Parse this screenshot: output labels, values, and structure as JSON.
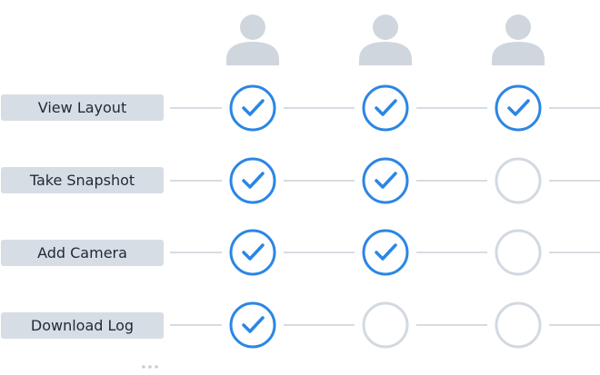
{
  "permissions": [
    {
      "label": "View Layout",
      "granted": [
        true,
        true,
        true
      ]
    },
    {
      "label": "Take Snapshot",
      "granted": [
        true,
        true,
        false
      ]
    },
    {
      "label": "Add Camera",
      "granted": [
        true,
        true,
        false
      ]
    },
    {
      "label": "Download Log",
      "granted": [
        true,
        false,
        false
      ]
    }
  ],
  "users": [
    {
      "icon": "user-avatar-icon"
    },
    {
      "icon": "user-avatar-icon"
    },
    {
      "icon": "user-avatar-icon"
    }
  ],
  "more_indicator": {
    "icon": "ellipsis-icon"
  },
  "colors": {
    "checked": "#2b86e5",
    "unchecked": "#d3d9e0",
    "avatar": "#cfd6de",
    "connector": "#d7dce2",
    "label_bg": "#d7dde4"
  }
}
